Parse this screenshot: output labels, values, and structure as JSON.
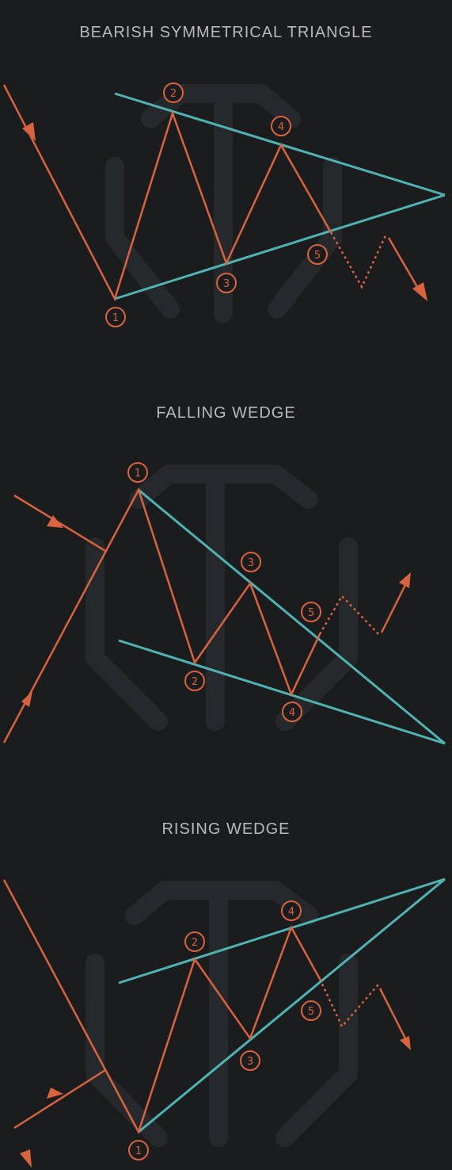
{
  "colors": {
    "background": "#1b1c1e",
    "price_line": "#d9633f",
    "trend_line": "#4fb3b3",
    "watermark": "#26292b",
    "title_text": "#b9b9b9"
  },
  "panels": [
    {
      "title": "BEARISH SYMMETRICAL TRIANGLE",
      "breakout_direction": "down",
      "point_labels": [
        "1",
        "2",
        "3",
        "4",
        "5"
      ]
    },
    {
      "title": "FALLING WEDGE",
      "breakout_direction": "up",
      "point_labels": [
        "1",
        "2",
        "3",
        "4",
        "5"
      ]
    },
    {
      "title": "RISING WEDGE",
      "breakout_direction": "down",
      "point_labels": [
        "1",
        "2",
        "3",
        "4",
        "5"
      ]
    }
  ]
}
